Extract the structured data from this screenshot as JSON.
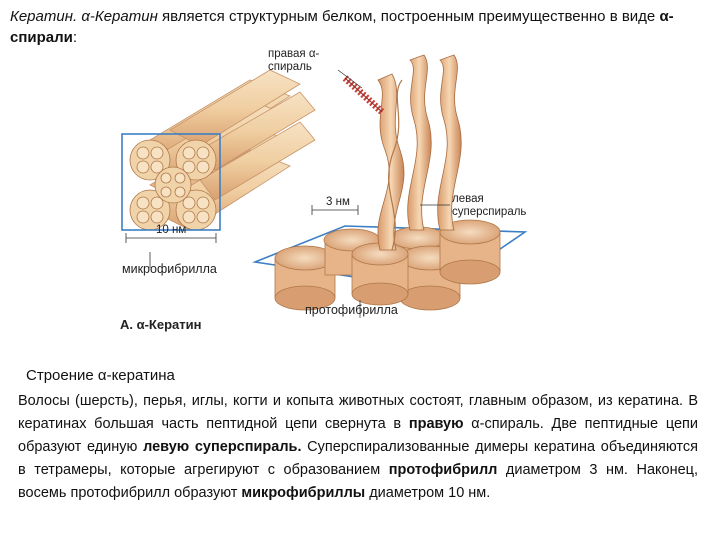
{
  "intro": {
    "keratin_italic": "Кератин.",
    "alpha_keratin_italic": "α-Кератин",
    "text_1": " является структурным белком, построенным преимущественно в виде ",
    "alpha_helix_bold": "α-спирали",
    "text_2": ":"
  },
  "figure": {
    "label_right_helix": "правая α-спираль",
    "label_left_superhelix": "левая суперспираль",
    "label_3nm": "3 нм",
    "label_10nm": "10 нм",
    "label_microfibril": "микрофибрилла",
    "label_protofibril": "протофибрилла",
    "caption": "А. α-Кератин",
    "colors": {
      "fiber": "#f0cfa2",
      "fiber_dark": "#d9a070",
      "helix_red": "#c8413a",
      "box_blue": "#3d7fc4"
    }
  },
  "section": {
    "title": "Строение α-кератина"
  },
  "body": {
    "t1": "Волосы (шерсть), перья, иглы, когти и копыта животных состоят, главным образом, из кератина. В кератинах большая часть пептидной цепи свернута в ",
    "b1": "правую",
    "t2": " α-спираль. Две пептидные цепи образуют единую ",
    "b2": "левую суперспираль.",
    "t3": " Суперспирализованные димеры кератина объединяются в тетрамеры, которые агрегируют с образованием ",
    "b3": "протофибрилл",
    "t4": " диаметром 3 нм. Наконец, восемь протофибрилл образуют ",
    "b4": "микрофибриллы",
    "t5": " диаметром 10 нм."
  }
}
